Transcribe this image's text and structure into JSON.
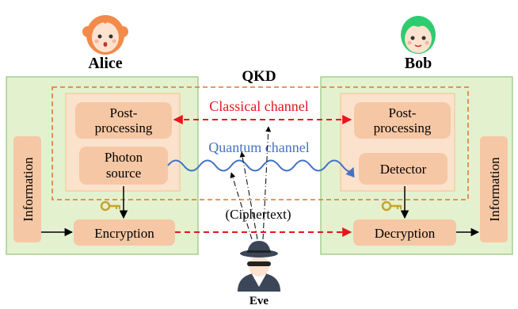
{
  "title": "QKD",
  "alice": {
    "name": "Alice"
  },
  "bob": {
    "name": "Bob"
  },
  "eve": {
    "name": "Eve"
  },
  "blocks": {
    "alice_post_line1": "Post-",
    "alice_post_line2": "processing",
    "photon_line1": "Photon",
    "photon_line2": "source",
    "alice_info": "Information",
    "encryption": "Encryption",
    "bob_post_line1": "Post-",
    "bob_post_line2": "processing",
    "detector": "Detector",
    "bob_info": "Information",
    "decryption": "Decryption"
  },
  "channels": {
    "classical": "Classical channel",
    "quantum": "Quantum channel",
    "ciphertext": "(Ciphertext)"
  },
  "colors": {
    "panel_fill": "#e3f1cf",
    "panel_stroke": "#93c47d",
    "inner_fill": "#fbe2cc",
    "inner_stroke": "#f5c28a",
    "block_fill": "#f6c7a4",
    "qkd_border": "#e8702a",
    "classical": "#e8141e",
    "quantum": "#4472c4",
    "key": "#c9a227"
  }
}
